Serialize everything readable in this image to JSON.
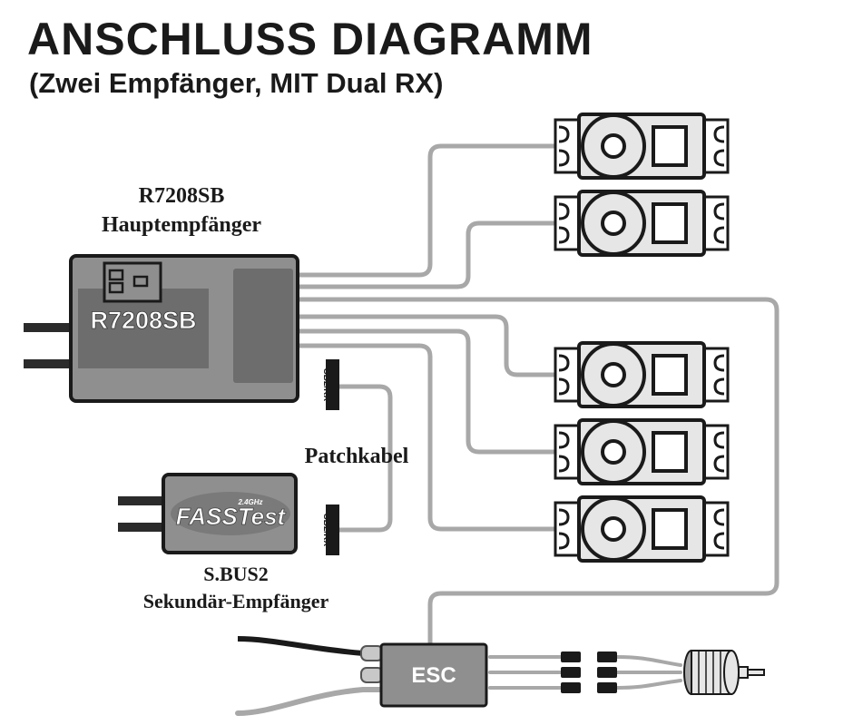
{
  "title": "ANSCHLUSS DIAGRAMM",
  "subtitle": "(Zwei Empfänger, MIT Dual RX)",
  "main_receiver": {
    "model_label": "R7208SB",
    "role_label": "Hauptempfänger",
    "body_text": "R7208SB",
    "port_label": "SB2/RX"
  },
  "patch_cable_label": "Patchkabel",
  "secondary_receiver": {
    "logo_text": "FASSTest",
    "logo_band": "2.4GHz",
    "bus_label": "S.BUS2",
    "role_label": "Sekundär-Empfänger",
    "port_label": "SB2/RX"
  },
  "esc_label": "ESC",
  "servo_count": 5,
  "colors": {
    "wire": "#a8a8a8",
    "receiver_body": "#8f8f8f",
    "receiver_panel": "#6d6d6d",
    "servo_fill": "#e6e6e6",
    "outline": "#1a1a1a"
  }
}
